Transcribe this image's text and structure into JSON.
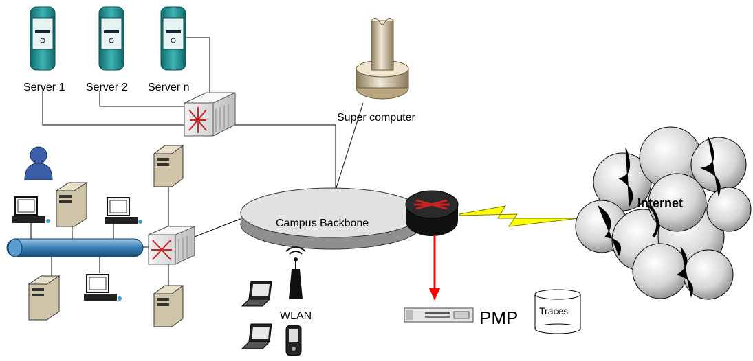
{
  "labels": {
    "server1": "Server 1",
    "server2": "Server 2",
    "servern": "Server n",
    "supercomputer": "Super computer",
    "backbone": "Campus Backbone",
    "internet": "Internet",
    "wlan": "WLAN",
    "pmp": "PMP",
    "traces": "Traces"
  },
  "colors": {
    "server_teal": "#1f8d8d",
    "tower_beige": "#e3d0b0",
    "backbone_fill": "#e2e2e2",
    "router_red": "#cc2222",
    "lightning_yellow": "#ffff00",
    "arrow_red": "#ff0000",
    "pipe_blue": "#3a7fb5",
    "user_blue": "#3d5ea8"
  }
}
